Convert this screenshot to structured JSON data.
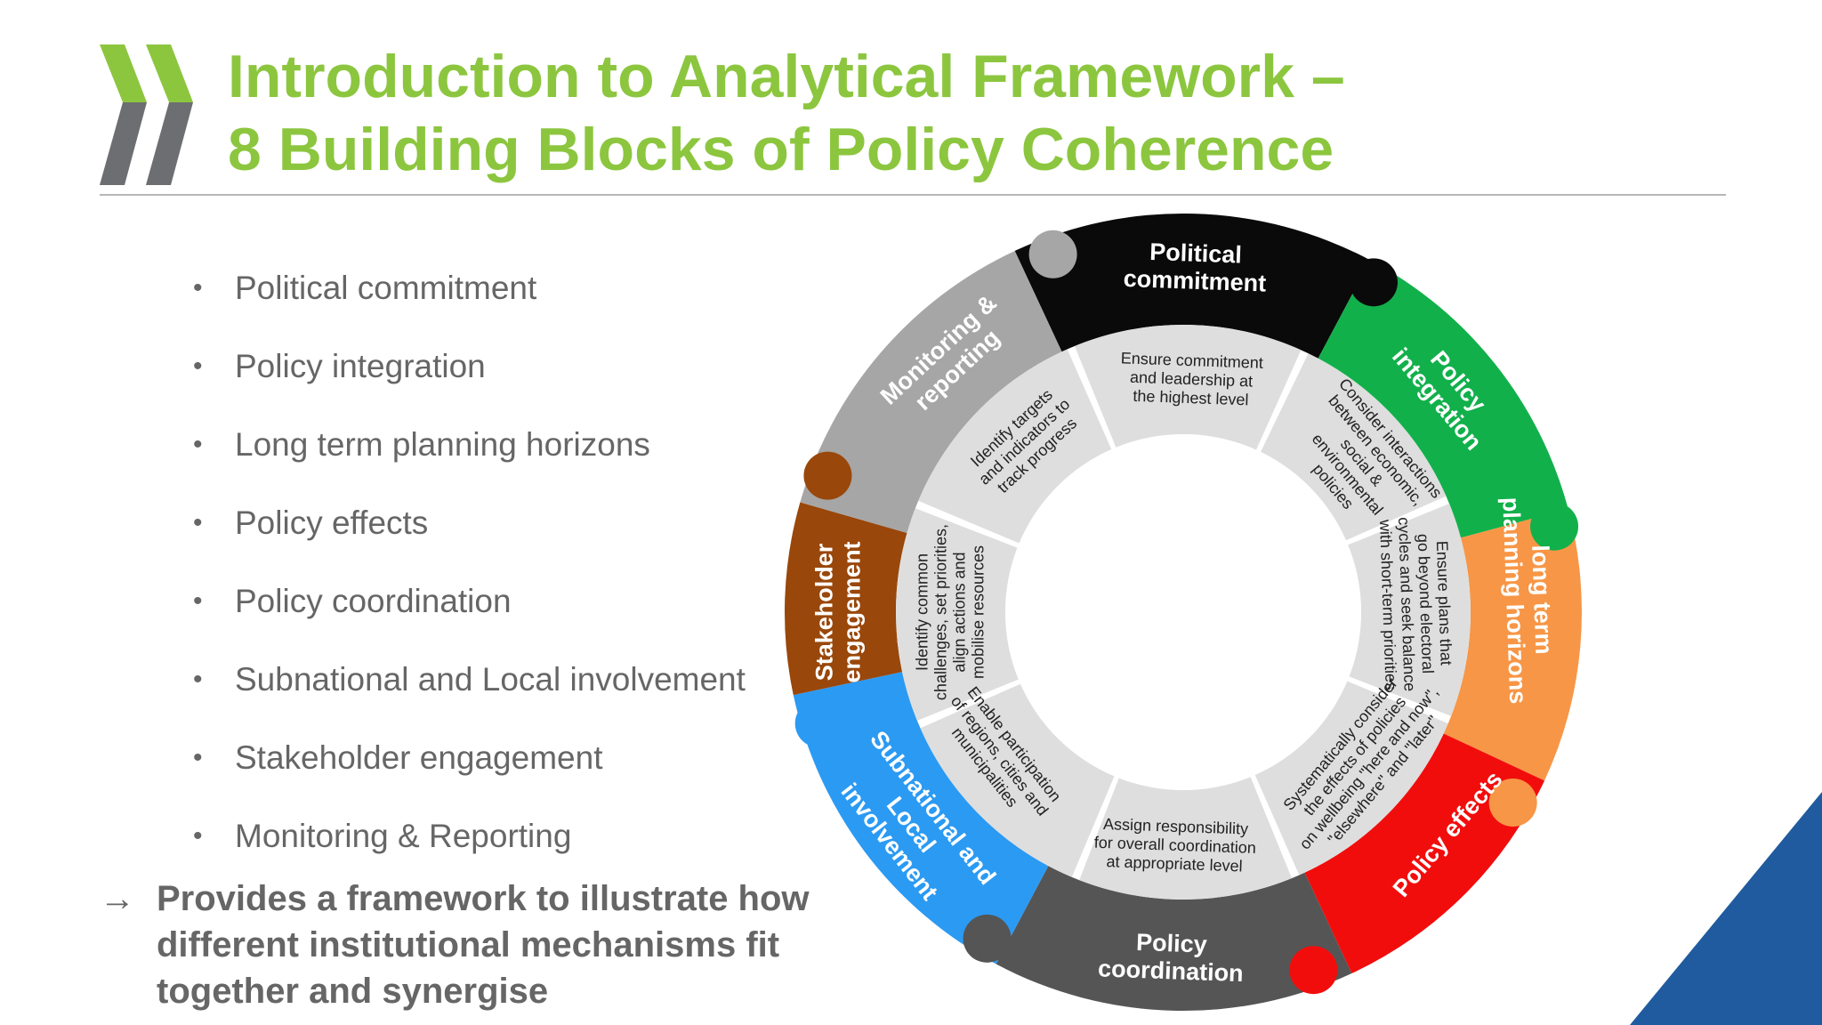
{
  "title": {
    "line1": "Introduction to Analytical Framework –",
    "line2": "8 Building Blocks of Policy Coherence"
  },
  "colors": {
    "title": "#8cc63f",
    "logo_green": "#8cc63f",
    "logo_grey": "#6d6e71",
    "accent_blue": "#1f5b9e"
  },
  "bullets": [
    "Political commitment",
    "Policy integration",
    "Long term planning horizons",
    "Policy effects",
    "Policy coordination",
    "Subnational and Local involvement",
    "Stakeholder engagement",
    "Monitoring & Reporting"
  ],
  "conclusion": {
    "arrow": "→",
    "text": "Provides a framework to illustrate how different institutional mechanisms fit together and synergise"
  },
  "wheel": {
    "segments": [
      {
        "label": [
          "Political",
          "commitment"
        ],
        "color": "#0a0a0a",
        "text_color": "#ffffff",
        "inner": [
          "Ensure commitment",
          "and leadership at",
          "the highest level"
        ]
      },
      {
        "label": [
          "Policy",
          "integration"
        ],
        "color": "#12b04b",
        "text_color": "#ffffff",
        "inner": [
          "Consider interactions",
          "between economic,",
          "social &",
          "environmental",
          "policies"
        ]
      },
      {
        "label": [
          "long term",
          "planning horizons"
        ],
        "color": "#f79646",
        "text_color": "#ffffff",
        "inner": [
          "Ensure plans that",
          "go beyond electoral",
          "cycles and seek balance",
          "with short-term priorities"
        ]
      },
      {
        "label": [
          "Policy effects"
        ],
        "color": "#f20d0d",
        "text_color": "#ffffff",
        "inner": [
          "Systematically consider",
          "the effects of policies",
          "on wellbeing \"here and now\",",
          "\"elsewhere\" and \"later\""
        ]
      },
      {
        "label": [
          "Policy",
          "coordination"
        ],
        "color": "#555555",
        "text_color": "#ffffff",
        "inner": [
          "Assign responsibility",
          "for overall coordination",
          "at appropriate level"
        ]
      },
      {
        "label": [
          "Subnational and",
          "Local",
          "involvement"
        ],
        "color": "#2b9af3",
        "text_color": "#ffffff",
        "inner": [
          "Enable participation",
          "of regions, cities and",
          "municipalities"
        ]
      },
      {
        "label": [
          "Stakeholder",
          "engagement"
        ],
        "color": "#99470a",
        "text_color": "#ffffff",
        "inner": [
          "Identify common",
          "challenges, set priorities,",
          "align actions and",
          "mobilise resources"
        ]
      },
      {
        "label": [
          "Monitoring &",
          "reporting"
        ],
        "color": "#a6a6a6",
        "text_color": "#ffffff",
        "inner": [
          "Identify targets",
          "and indicators to",
          "track progress"
        ]
      }
    ]
  }
}
